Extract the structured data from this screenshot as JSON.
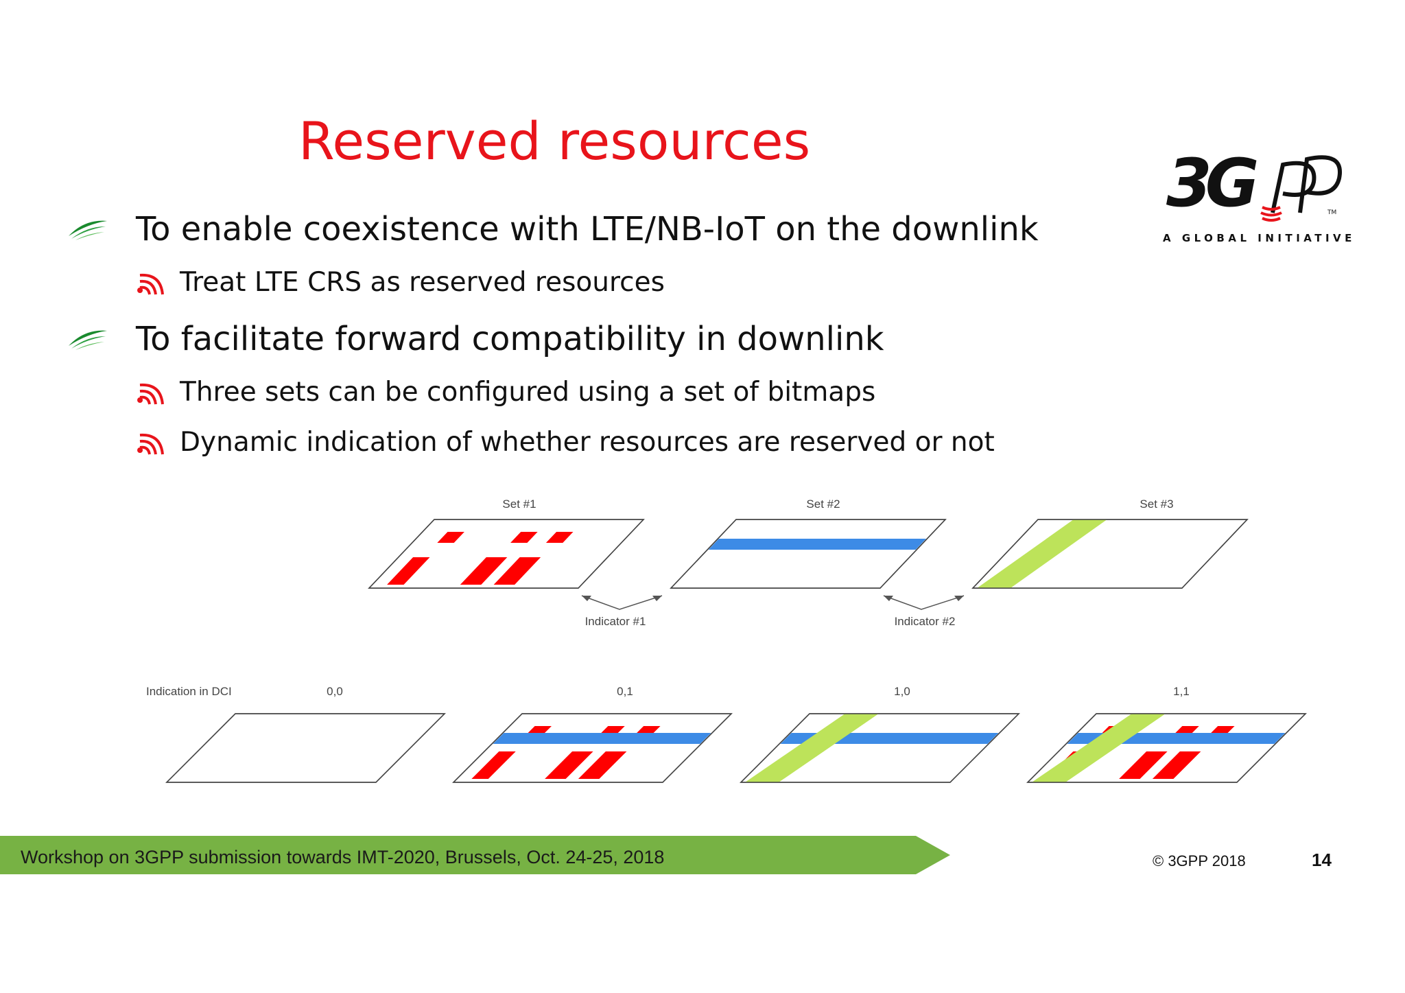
{
  "slide": {
    "title": "Reserved resources",
    "bullets": [
      {
        "level": 1,
        "text": "To enable coexistence with LTE/NB-IoT on the downlink"
      },
      {
        "level": 2,
        "text": "Treat LTE CRS as reserved resources"
      },
      {
        "level": 1,
        "text": "To facilitate forward compatibility in downlink"
      },
      {
        "level": 2,
        "text": "Three sets can be configured using a set of bitmaps"
      },
      {
        "level": 2,
        "text": "Dynamic indication of whether resources are reserved or not"
      }
    ]
  },
  "logo": {
    "text": "3GPP",
    "tagline": "A GLOBAL INITIATIVE",
    "tm": "TM"
  },
  "diagram": {
    "sets": [
      {
        "label": "Set #1",
        "pattern": "red-blocks"
      },
      {
        "label": "Set #2",
        "pattern": "blue-band"
      },
      {
        "label": "Set #3",
        "pattern": "green-band"
      }
    ],
    "indicators": [
      "Indicator #1",
      "Indicator #2"
    ],
    "dci_label": "Indication in DCI",
    "dci_states": [
      {
        "code": "0,0",
        "sets": []
      },
      {
        "code": "0,1",
        "sets": [
          "red-blocks",
          "blue-band"
        ]
      },
      {
        "code": "1,0",
        "sets": [
          "blue-band",
          "green-band"
        ]
      },
      {
        "code": "1,1",
        "sets": [
          "red-blocks",
          "blue-band",
          "green-band"
        ]
      }
    ],
    "colors": {
      "red": "#ff0000",
      "blue": "#3d8be6",
      "green": "#bde35a"
    }
  },
  "footer": {
    "text": "Workshop on 3GPP submission towards IMT-2020, Brussels, Oct. 24-25, 2018",
    "copyright": "© 3GPP 2018",
    "page_number": "14",
    "bar_color": "#77b244"
  }
}
